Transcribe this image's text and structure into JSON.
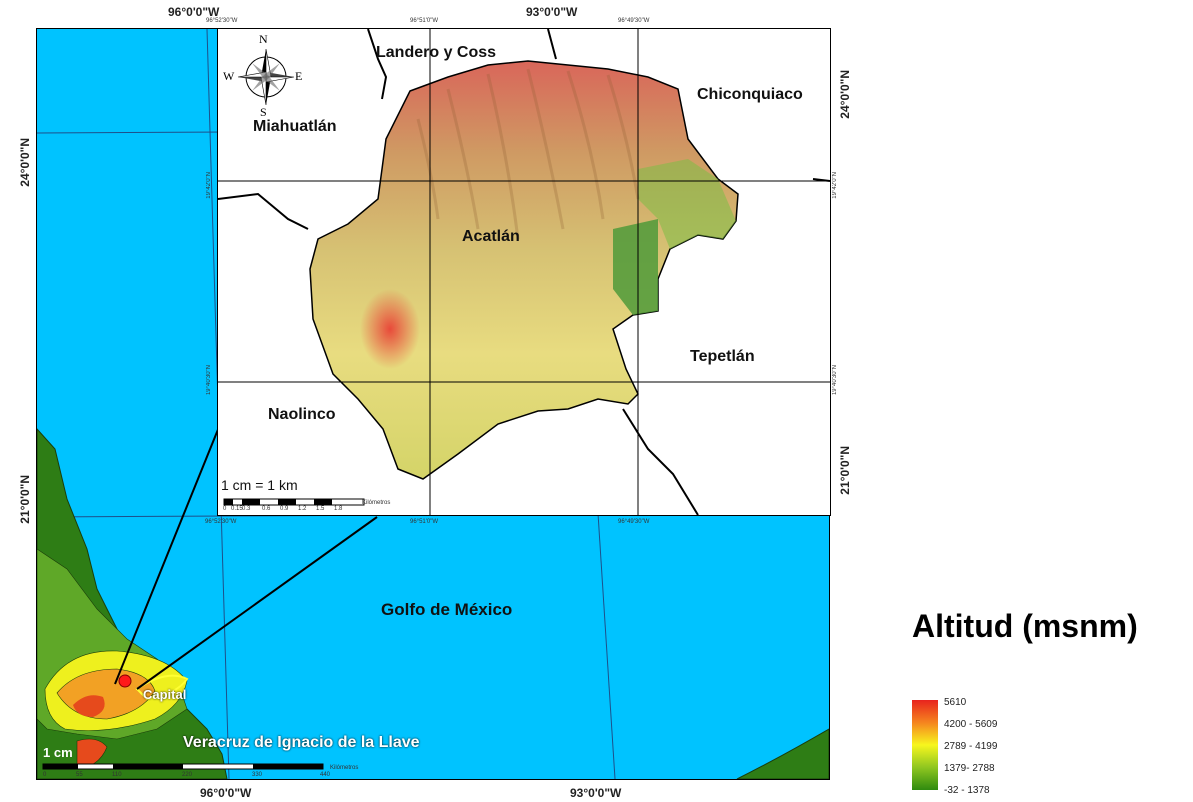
{
  "map": {
    "sea_label": "Golfo de México",
    "state_label": "Veracruz de Ignacio de la Llave",
    "capital_label": "Capital",
    "overview_scale": "1 cm",
    "overview_scale_ticks": [
      "0",
      "55",
      "110",
      "220",
      "330",
      "440"
    ],
    "overview_scale_unit": "Kilómetros",
    "outer_coords": {
      "top_left": "96°0'0\"W",
      "top_right": "93°0'0\"W",
      "bottom_left": "96°0'0\"W",
      "bottom_right": "93°0'0\"W",
      "left_top": "24°0'0\"N",
      "left_bottom": "21°0'0\"N",
      "right_top": "24°0'0\"N",
      "right_bottom": "21°0'0\"N"
    },
    "inset_coords": {
      "top_a": "96°52'30\"W",
      "top_b": "96°51'0\"W",
      "top_c": "96°49'30\"W",
      "bottom_a": "96°52'30\"W",
      "bottom_b": "96°51'0\"W",
      "bottom_c": "96°49'30\"W",
      "left_a": "19°42'0\"N",
      "left_b": "19°40'30\"N",
      "right_a": "19°42'0\"N",
      "right_b": "19°40'30\"N"
    },
    "municipalities": {
      "landero": "Landero y Coss",
      "chiconquiaco": "Chiconquiaco",
      "miahuatlan": "Miahuatlán",
      "acatlan": "Acatlán",
      "tepetlan": "Tepetlán",
      "naolinco": "Naolinco"
    },
    "inset_scale": "1 cm = 1 km",
    "inset_scale_ticks": [
      "0",
      "0.15",
      "0.3",
      "0.6",
      "0.9",
      "1.2",
      "1.5",
      "1.8"
    ],
    "inset_scale_unit": "Kilómetros",
    "compass": {
      "n": "N",
      "s": "S",
      "e": "E",
      "w": "W"
    }
  },
  "legend": {
    "title": "Altitud (msnm)",
    "classes": [
      {
        "label": "5610",
        "color": "#e8231e"
      },
      {
        "label": "4200 - 5609",
        "color": "#f5841f"
      },
      {
        "label": "2789 - 4199",
        "color": "#f7f61e"
      },
      {
        "label": "1379- 2788",
        "color": "#8fc620"
      },
      {
        "label": "-32 - 1378",
        "color": "#2f8a0f"
      }
    ]
  }
}
